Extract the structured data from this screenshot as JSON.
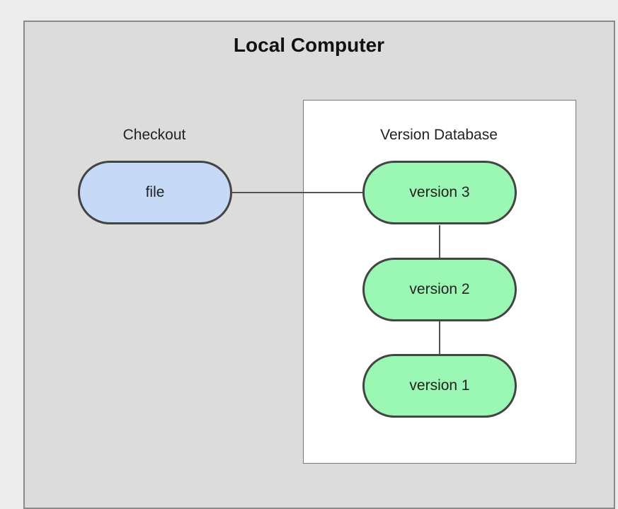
{
  "diagram": {
    "title": "Local Computer",
    "checkout": {
      "label": "Checkout",
      "file": "file"
    },
    "version_database": {
      "label": "Version Database",
      "versions": [
        "version 3",
        "version 2",
        "version 1"
      ]
    },
    "colors": {
      "background": "#ececec",
      "outer_box": "#dcdcdc",
      "db_box": "#ffffff",
      "file_node": "#c6d9f7",
      "version_node": "#9bf7b4",
      "border": "#444444"
    }
  }
}
